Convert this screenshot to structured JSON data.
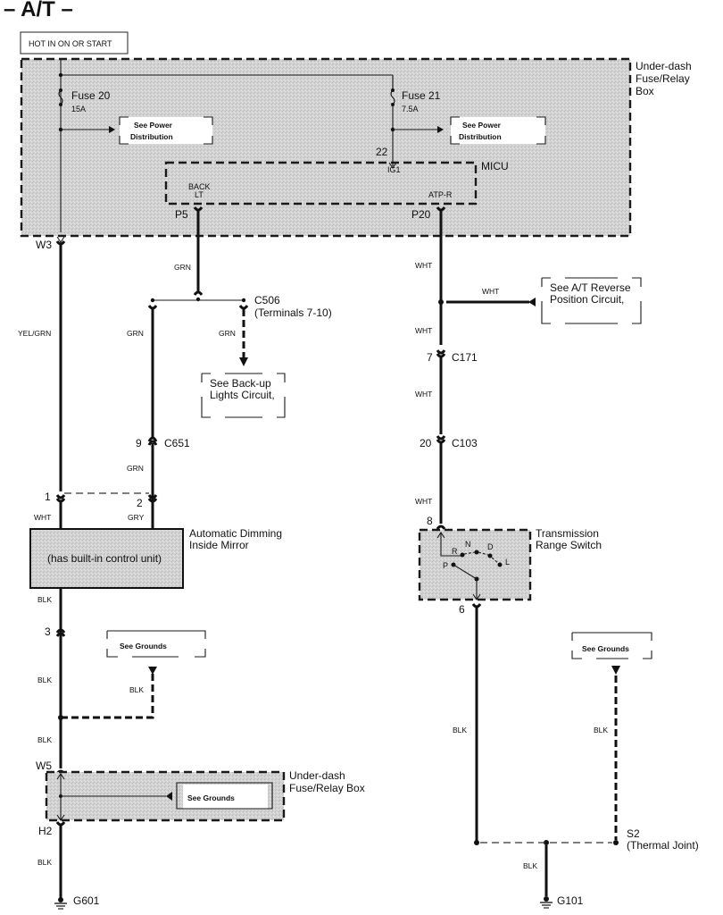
{
  "title": "– A/T –",
  "power_label": "HOT IN ON OR START",
  "fuse_box_top": {
    "name_lines": [
      "Under-dash",
      "Fuse/Relay",
      "Box"
    ],
    "fuse20": {
      "name": "Fuse 20",
      "rating": "15A"
    },
    "fuse21": {
      "name": "Fuse 21",
      "rating": "7.5A"
    },
    "see_power_1": [
      "See Power",
      "Distribution"
    ],
    "see_power_2": [
      "See Power",
      "Distribution"
    ],
    "terminal_22": "22"
  },
  "micu": {
    "name": "MICU",
    "ig1": "IG1",
    "back_lt": [
      "BACK",
      "LT"
    ],
    "atp_r": "ATP-R",
    "p5": "P5",
    "p20": "P20"
  },
  "left_circuit": {
    "w3": "W3",
    "wire_yel_grn": "YEL/GRN",
    "grn_1": "GRN",
    "grn_2": "GRN",
    "grn_3": "GRN",
    "grn_4": "GRN",
    "c506": [
      "C506",
      "(Terminals 7-10)"
    ],
    "see_backup": [
      "See Back-up",
      "Lights Circuit,"
    ],
    "c651_pin": "9",
    "c651": "C651",
    "pin1": "1",
    "pin2": "2",
    "wht": "WHT",
    "gry": "GRY",
    "mirror_inner": "(has built-in control unit)",
    "mirror_name": [
      "Automatic Dimming",
      "Inside Mirror"
    ],
    "blk_1": "BLK",
    "pin3": "3",
    "see_grounds_1": "See Grounds",
    "blk_2": "BLK",
    "blk_3": "BLK",
    "blk_4": "BLK",
    "w5": "W5",
    "fuse_box_bottom": [
      "Under-dash",
      "Fuse/Relay Box"
    ],
    "see_grounds_2": "See Grounds",
    "h2": "H2",
    "blk_5": "BLK",
    "g601": "G601"
  },
  "right_circuit": {
    "wht_1": "WHT",
    "wht_branch": "WHT",
    "see_reverse": [
      "See A/T Reverse",
      "Position Circuit,"
    ],
    "wht_2": "WHT",
    "c171_pin": "7",
    "c171": "C171",
    "wht_3": "WHT",
    "c103_pin": "20",
    "c103": "C103",
    "wht_4": "WHT",
    "pin8": "8",
    "switch_name": [
      "Transmission",
      "Range Switch"
    ],
    "positions": {
      "R": "R",
      "N": "N",
      "D": "D",
      "L": "L",
      "P": "P"
    },
    "pin6": "6",
    "blk_1": "BLK",
    "see_grounds": "See Grounds",
    "blk_2": "BLK",
    "s2": [
      "S2",
      "(Thermal Joint)"
    ],
    "blk_3": "BLK",
    "g101": "G101"
  }
}
